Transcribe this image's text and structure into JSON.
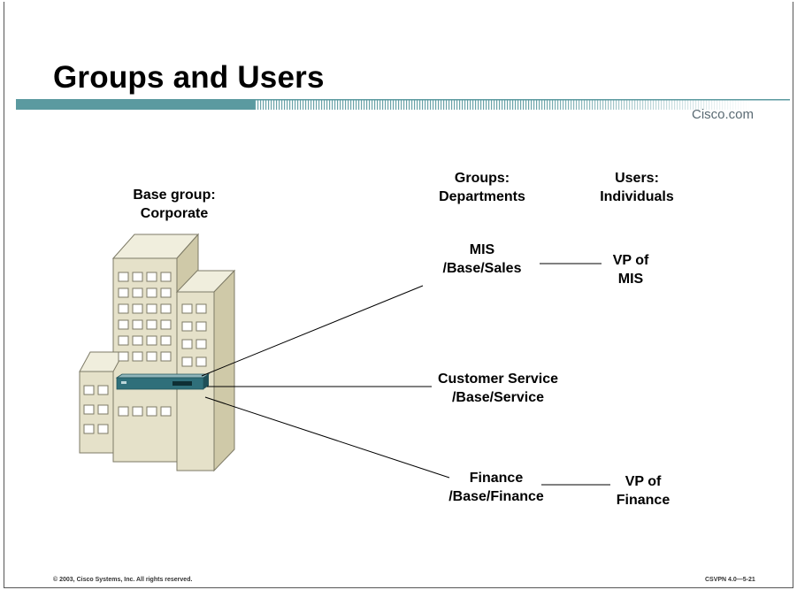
{
  "slide": {
    "title": "Groups and Users",
    "brand": "Cisco.com",
    "footer_left": "© 2003, Cisco Systems, Inc. All rights reserved.",
    "footer_right": "CSVPN 4.0—5-21"
  },
  "headers": {
    "groups": [
      "Groups:",
      "Departments"
    ],
    "users": [
      "Users:",
      "Individuals"
    ],
    "base": [
      "Base group:",
      "Corporate"
    ]
  },
  "groups": [
    {
      "name": "MIS",
      "path": "/Base/Sales",
      "user": [
        "VP of",
        "MIS"
      ]
    },
    {
      "name": "Customer Service",
      "path": "/Base/Service"
    },
    {
      "name": "Finance",
      "path": "/Base/Finance",
      "user": [
        "VP of",
        "Finance"
      ]
    }
  ],
  "colors": {
    "accent_teal": "#5b9aa0",
    "building_front": "#e5e1c9",
    "building_side": "#cfc9a8",
    "building_top": "#f0eedd",
    "device": "#2f6f7a"
  },
  "icons": {
    "building": "office-building-icon",
    "device": "vpn-concentrator-icon"
  }
}
